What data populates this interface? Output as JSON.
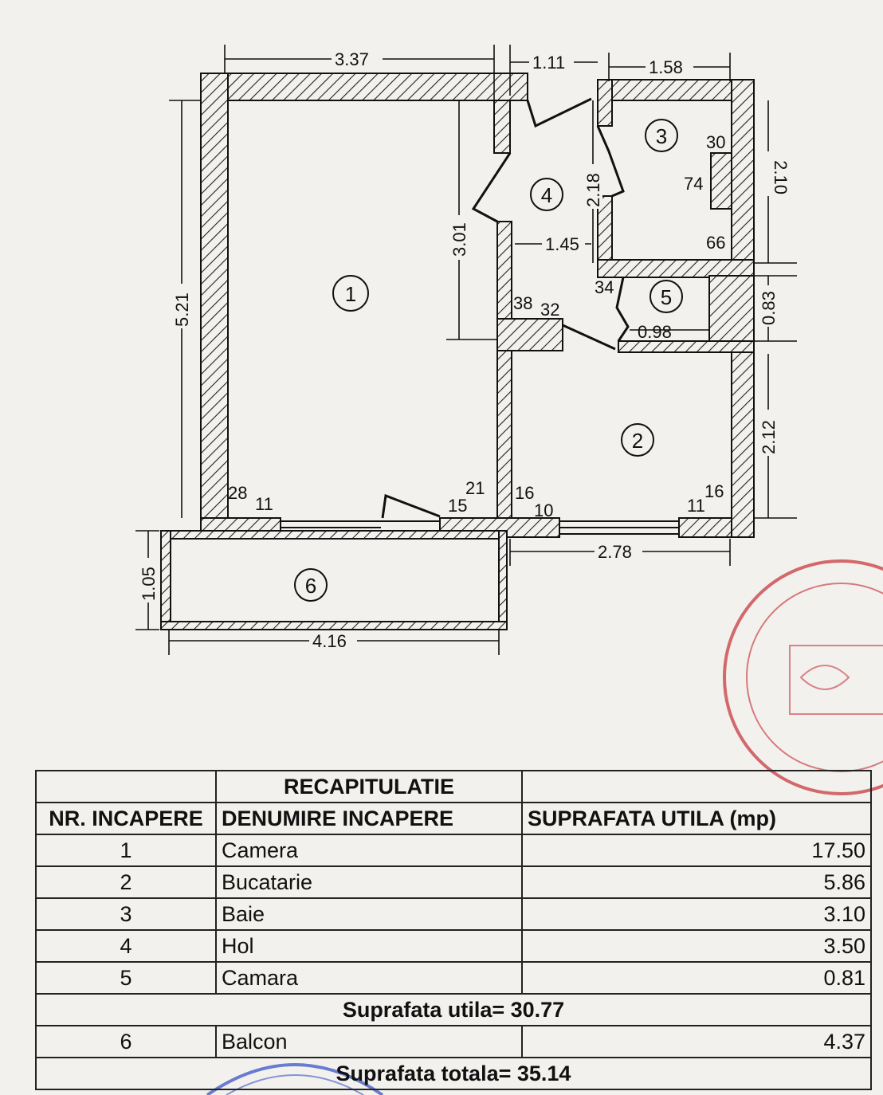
{
  "plan": {
    "dimensions": {
      "d_3_37": "3.37",
      "d_1_11": "1.11",
      "d_1_58": "1.58",
      "d_5_21": "5.21",
      "d_3_01": "3.01",
      "d_2_18": "2.18",
      "d_2_10": "2.10",
      "d_1_45": "1.45",
      "d_0_83": "0.83",
      "d_0_98": "0.98",
      "d_2_12": "2.12",
      "d_2_78": "2.78",
      "d_4_16": "4.16",
      "d_1_05": "1.05"
    },
    "wall_marks": {
      "m30": "30",
      "m74": "74",
      "m66": "66",
      "m34": "34",
      "m38": "38",
      "m32": "32",
      "m28": "28",
      "m11a": "11",
      "m21": "21",
      "m15": "15",
      "m16a": "16",
      "m10": "10",
      "m16b": "16",
      "m11b": "11"
    },
    "rooms": [
      "1",
      "2",
      "3",
      "4",
      "5",
      "6"
    ]
  },
  "table": {
    "title": "RECAPITULATIE",
    "headers": [
      "NR. INCAPERE",
      "DENUMIRE INCAPERE",
      "SUPRAFATA UTILA (mp)"
    ],
    "rows": [
      {
        "nr": "1",
        "name": "Camera",
        "area": "17.50"
      },
      {
        "nr": "2",
        "name": "Bucatarie",
        "area": "5.86"
      },
      {
        "nr": "3",
        "name": "Baie",
        "area": "3.10"
      },
      {
        "nr": "4",
        "name": "Hol",
        "area": "3.50"
      },
      {
        "nr": "5",
        "name": "Camara",
        "area": "0.81"
      }
    ],
    "subtotal": "Suprafata utila= 30.77",
    "balcony": {
      "nr": "6",
      "name": "Balcon",
      "area": "4.37"
    },
    "total": "Suprafata totala= 35.14"
  },
  "colors": {
    "stamp": "#c8393f",
    "stamp2": "#3a56c4"
  }
}
